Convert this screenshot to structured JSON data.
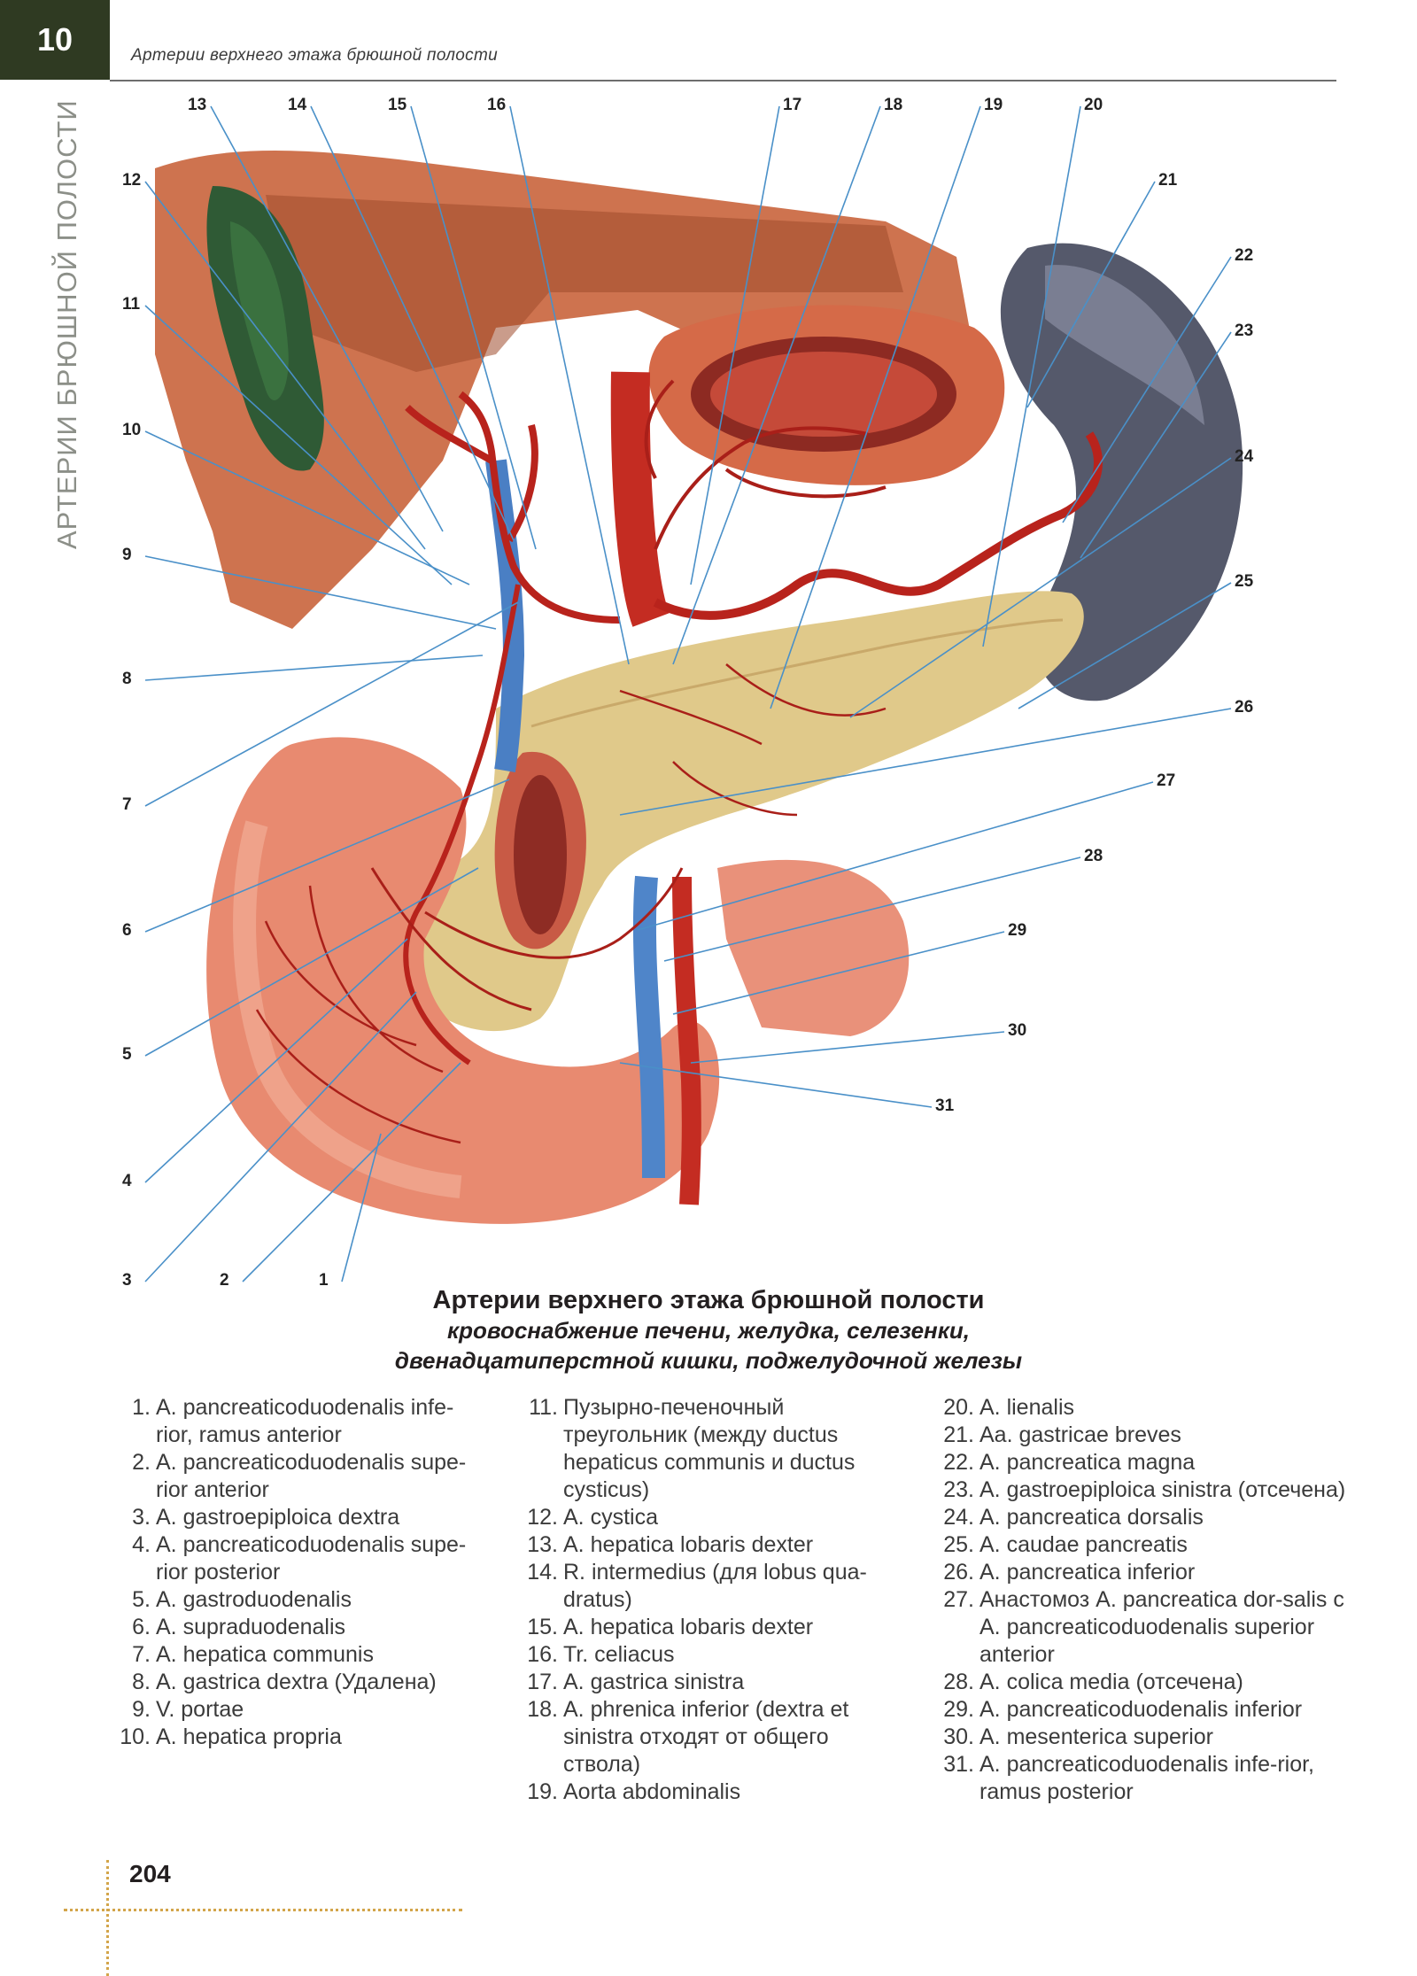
{
  "header": {
    "page_number": "10",
    "title": "Артерии верхнего этажа брюшной полости",
    "section_vertical": "АРТЕРИИ БРЮШНОЙ ПОЛОСТИ"
  },
  "figure": {
    "callouts": [
      "1",
      "2",
      "3",
      "4",
      "5",
      "6",
      "7",
      "8",
      "9",
      "10",
      "11",
      "12",
      "13",
      "14",
      "15",
      "16",
      "17",
      "18",
      "19",
      "20",
      "21",
      "22",
      "23",
      "24",
      "25",
      "26",
      "27",
      "28",
      "29",
      "30",
      "31"
    ]
  },
  "caption": {
    "title": "Артерии верхнего этажа брюшной полости",
    "subtitle_line1": "кровоснабжение печени, желудка, селезенки,",
    "subtitle_line2": "двенадцатиперстной кишки, поджелудочной железы"
  },
  "legend": {
    "col1": [
      {
        "num": "1.",
        "text": "A. pancreaticoduodenalis infe-rior, ramus anterior"
      },
      {
        "num": "2.",
        "text": "A. pancreaticoduodenalis supe-rior anterior"
      },
      {
        "num": "3.",
        "text": "A. gastroepiploica dextra"
      },
      {
        "num": "4.",
        "text": "A. pancreaticoduodenalis supe-rior posterior"
      },
      {
        "num": "5.",
        "text": "A. gastroduodenalis"
      },
      {
        "num": "6.",
        "text": "A. supraduodenalis"
      },
      {
        "num": "7.",
        "text": "A. hepatica communis"
      },
      {
        "num": "8.",
        "text": "A. gastrica dextra (Удалена)"
      },
      {
        "num": "9.",
        "text": "V. portae"
      },
      {
        "num": "10.",
        "text": "A. hepatica propria"
      }
    ],
    "col2": [
      {
        "num": "11.",
        "text": "Пузырно-печеночный треугольник (между ductus hepaticus communis и ductus cysticus)"
      },
      {
        "num": "12.",
        "text": "A. cystica"
      },
      {
        "num": "13.",
        "text": "A. hepatica lobaris dexter"
      },
      {
        "num": "14.",
        "text": "R. intermedius (для lobus qua-dratus)"
      },
      {
        "num": "15.",
        "text": "A. hepatica lobaris dexter"
      },
      {
        "num": "16.",
        "text": "Tr. celiacus"
      },
      {
        "num": "17.",
        "text": "A. gastrica sinistra"
      },
      {
        "num": "18.",
        "text": "A. phrenica inferior (dextra et sinistra отходят от общего ствола)"
      },
      {
        "num": "19.",
        "text": "Aorta abdominalis"
      }
    ],
    "col3": [
      {
        "num": "20.",
        "text": "A. lienalis"
      },
      {
        "num": "21.",
        "text": "Aa. gastricae breves"
      },
      {
        "num": "22.",
        "text": "A. pancreatica magna"
      },
      {
        "num": "23.",
        "text": "A. gastroepiploica sinistra (отсечена)"
      },
      {
        "num": "24.",
        "text": "A. pancreatica dorsalis"
      },
      {
        "num": "25.",
        "text": "A. caudae pancreatis"
      },
      {
        "num": "26.",
        "text": "A. pancreatica inferior"
      },
      {
        "num": "27.",
        "text": "Анастомоз A. pancreatica dor-salis с A. pancreaticoduodenalis superior anterior"
      },
      {
        "num": "28.",
        "text": "A. colica media (отсечена)"
      },
      {
        "num": "29.",
        "text": "A. pancreaticoduodenalis inferior"
      },
      {
        "num": "30.",
        "text": "A. mesenterica superior"
      },
      {
        "num": "31.",
        "text": "A. pancreaticoduodenalis infe-rior, ramus posterior"
      }
    ]
  },
  "footer": {
    "page_number": "204"
  },
  "colors": {
    "header_box": "#2f3a22",
    "side_text": "#8c8f88",
    "footer_dots": "#d3a54a",
    "leader": "#4a90c8"
  }
}
